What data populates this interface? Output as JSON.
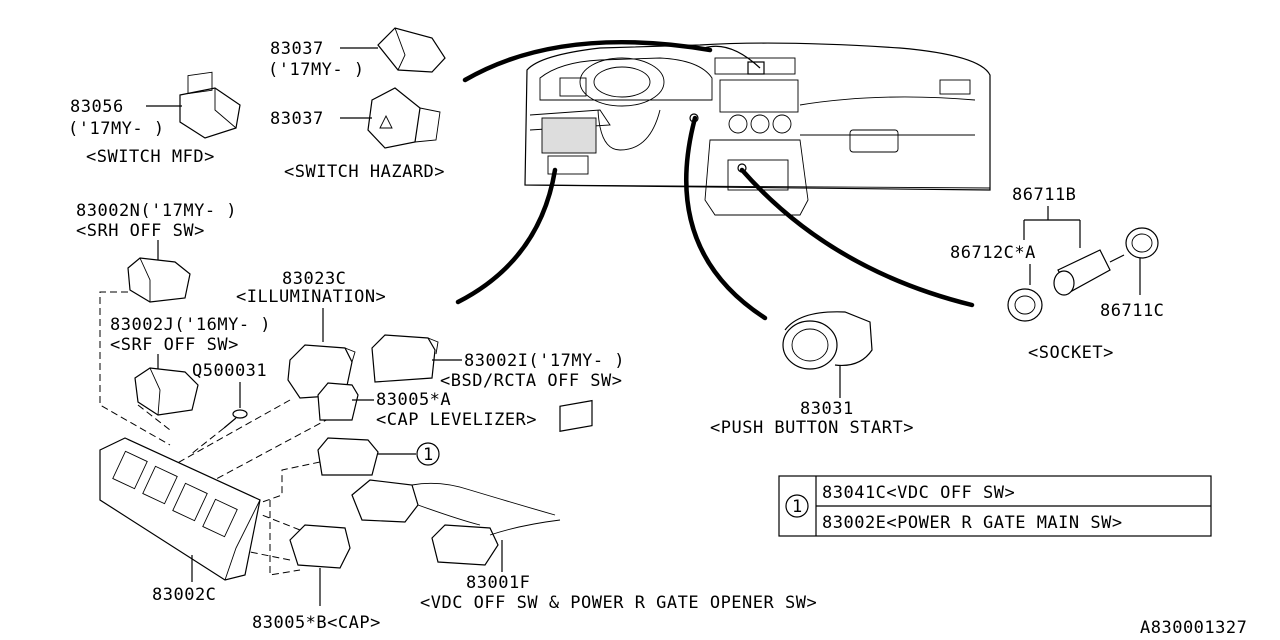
{
  "labels": {
    "sw_mfd_part": "83056",
    "sw_mfd_my": "('17MY- )",
    "sw_mfd_name": "<SWITCH MFD>",
    "hazard_part_a": "83037",
    "hazard_my": "('17MY- )",
    "hazard_part_b": "83037",
    "hazard_name": "<SWITCH HAZARD>",
    "srh_part": "83002N('17MY- )",
    "srh_name": "<SRH OFF SW>",
    "srf_part": "83002J('16MY- )",
    "srf_name": "<SRF OFF SW>",
    "screw_part": "Q500031",
    "illum_part": "83023C",
    "illum_name": "<ILLUMINATION>",
    "bsd_part": "83002I('17MY- )",
    "bsd_name": "<BSD/RCTA OFF SW>",
    "cap_lev_part": "83005*A",
    "cap_lev_name": "<CAP LEVELIZER>",
    "callout_1": "1",
    "panel_part": "83002C",
    "harness_part": "83001F",
    "harness_name": "<VDC OFF SW & POWER R GATE OPENER SW>",
    "cap_b_part": "83005*B<CAP>",
    "push_part": "83031",
    "push_name": "<PUSH BUTTON START>",
    "socket_assy": "86711B",
    "socket_c_a": "86712C*A",
    "socket_cap": "86711C",
    "socket_name": "<SOCKET>",
    "drawing_no": "A830001327"
  },
  "legend_table": {
    "callout": "1",
    "rows": [
      "83041C<VDC OFF SW>",
      "83002E<POWER R GATE MAIN SW>"
    ]
  }
}
